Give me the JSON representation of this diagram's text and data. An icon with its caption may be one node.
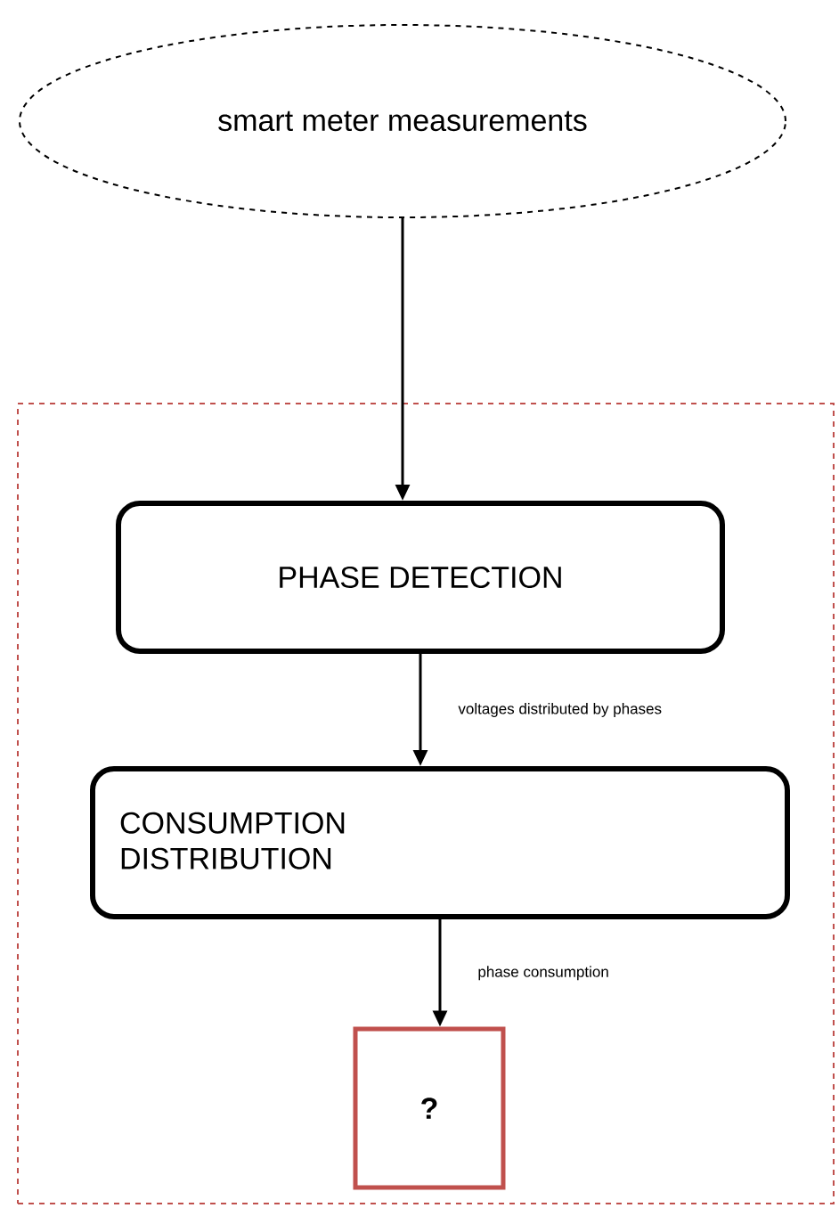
{
  "diagram": {
    "nodes": [
      {
        "text": [
          "smart meter measurements"
        ]
      },
      {
        "text": [],
        "shape": "box"
      },
      {
        "text": [
          "PHASE DETECTION"
        ],
        "in": 1
      },
      {
        "text": [
          "CONSUMPTION DISTRIBUTION"
        ],
        "in": 1
      },
      {
        "text": [
          "?"
        ],
        "in": 1
      }
    ],
    "edges": [
      {
        "from": 0,
        "to": 2,
        "arrow": "to"
      },
      {
        "from": 2,
        "to": 3,
        "arrow": "to",
        "label": "voltages distributed by phases"
      },
      {
        "from": 3,
        "to": 4,
        "arrow": "to",
        "label": "phase consumption"
      }
    ]
  }
}
